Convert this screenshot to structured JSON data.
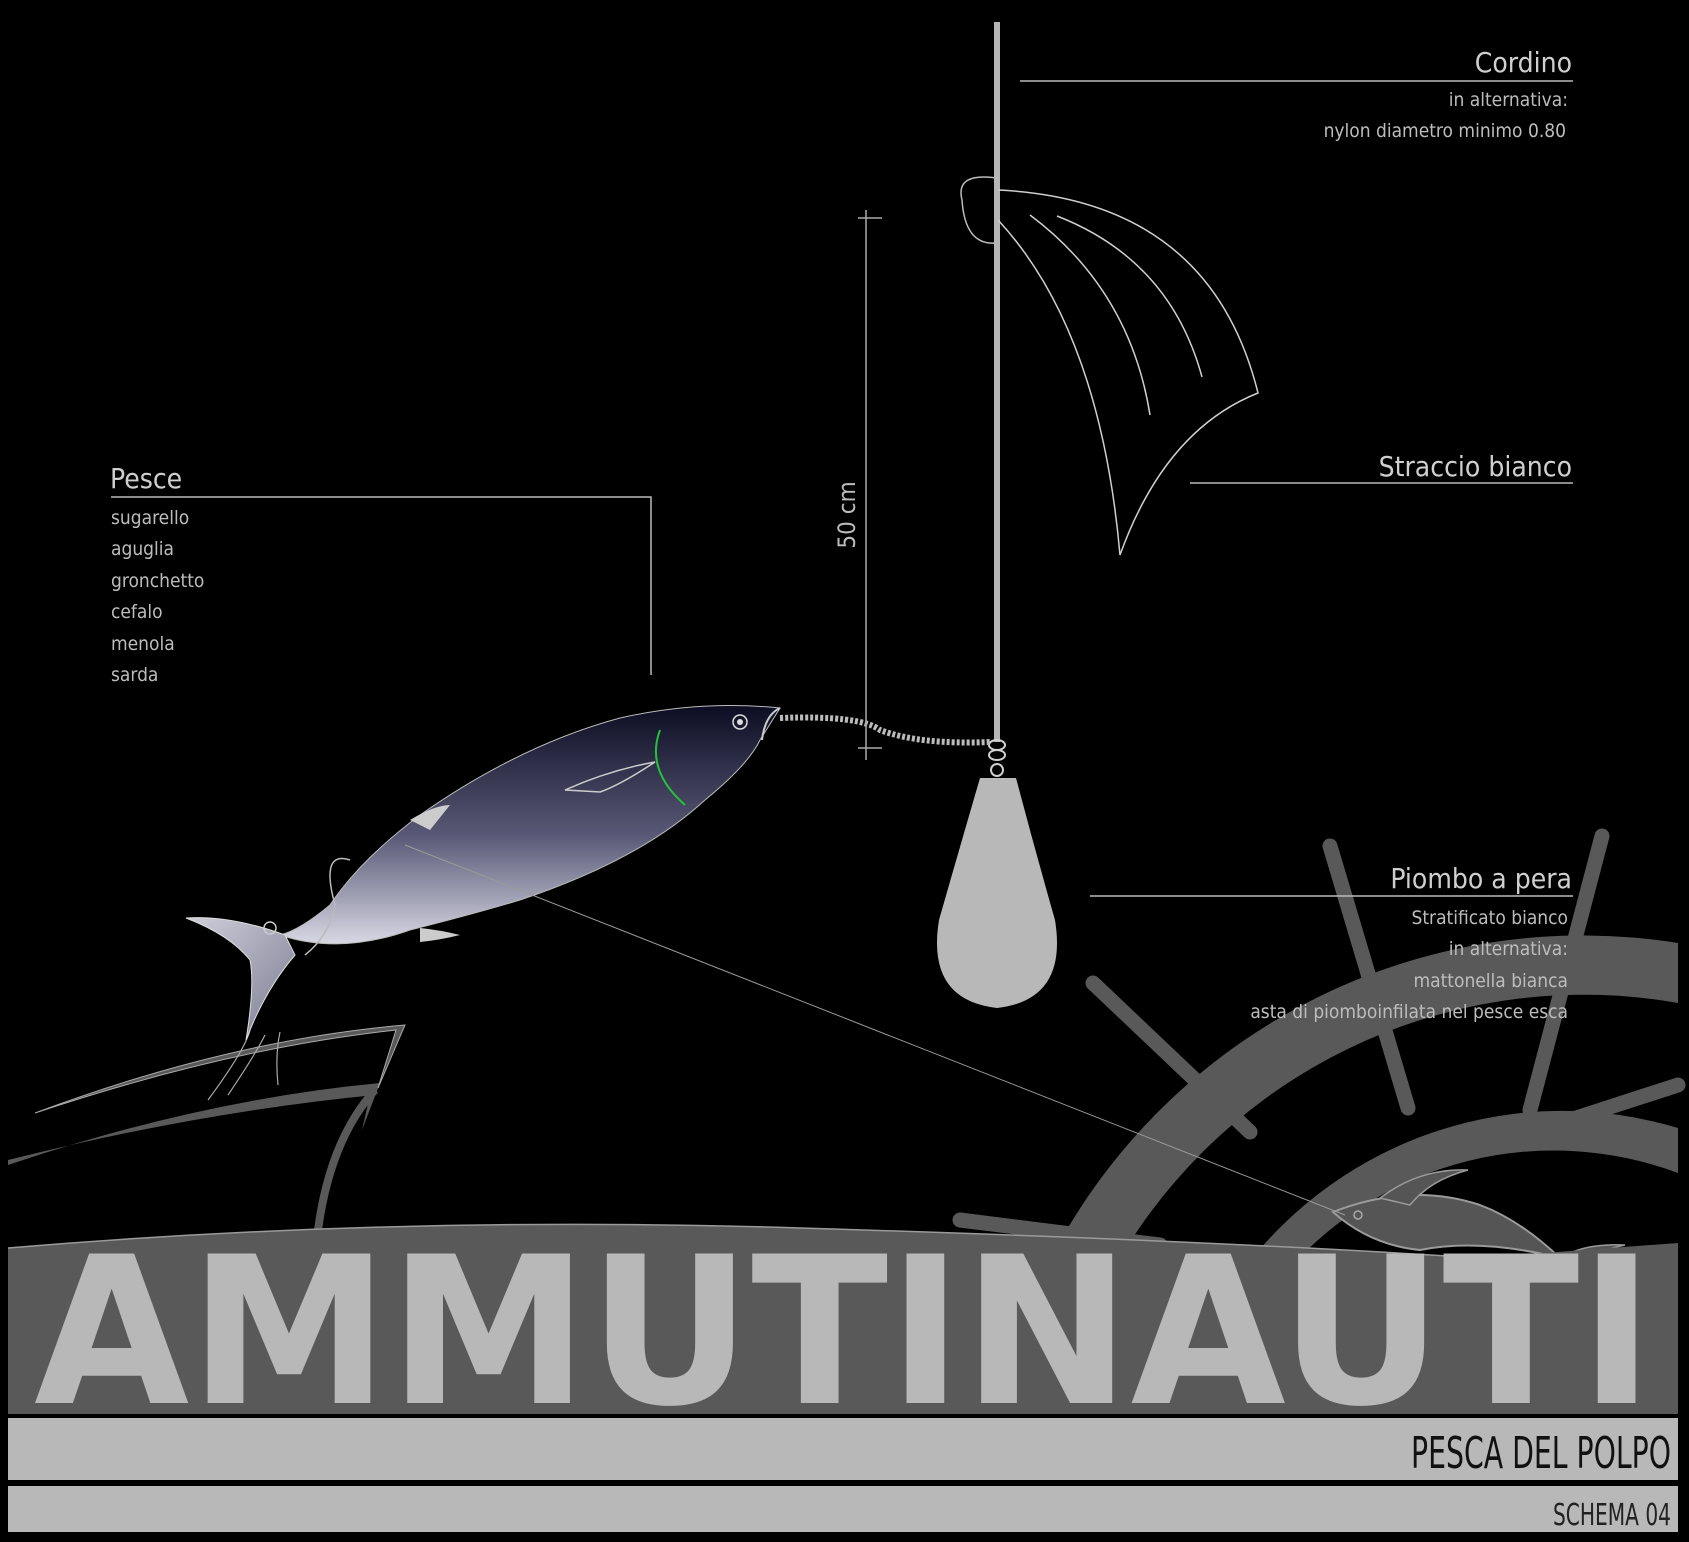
{
  "labels": {
    "cordino": {
      "title": "Cordino",
      "lines": [
        "in alternativa:",
        "nylon diametro minimo 0.80"
      ]
    },
    "straccio": {
      "title": "Straccio bianco"
    },
    "pesce": {
      "title": "Pesce",
      "items": [
        "sugarello",
        "aguglia",
        "gronchetto",
        "cefalo",
        "menola",
        "sarda"
      ]
    },
    "piombo": {
      "title": "Piombo a pera",
      "lines": [
        "Stratificato bianco",
        "in alternativa:",
        "mattonella bianca",
        "asta di piomboinfilata nel pesce esca"
      ]
    },
    "dimension": "50 cm"
  },
  "logo": {
    "brand": "AMMUTINAUTI",
    "subtitle": "PESCA DEL POLPO",
    "schema": "SCHEMA 04"
  },
  "colors": {
    "background": "#000000",
    "line": "#bdbdbd",
    "logo_dark": "#595959",
    "logo_light": "#b8b8b8",
    "accent_green": "#21c33a"
  }
}
